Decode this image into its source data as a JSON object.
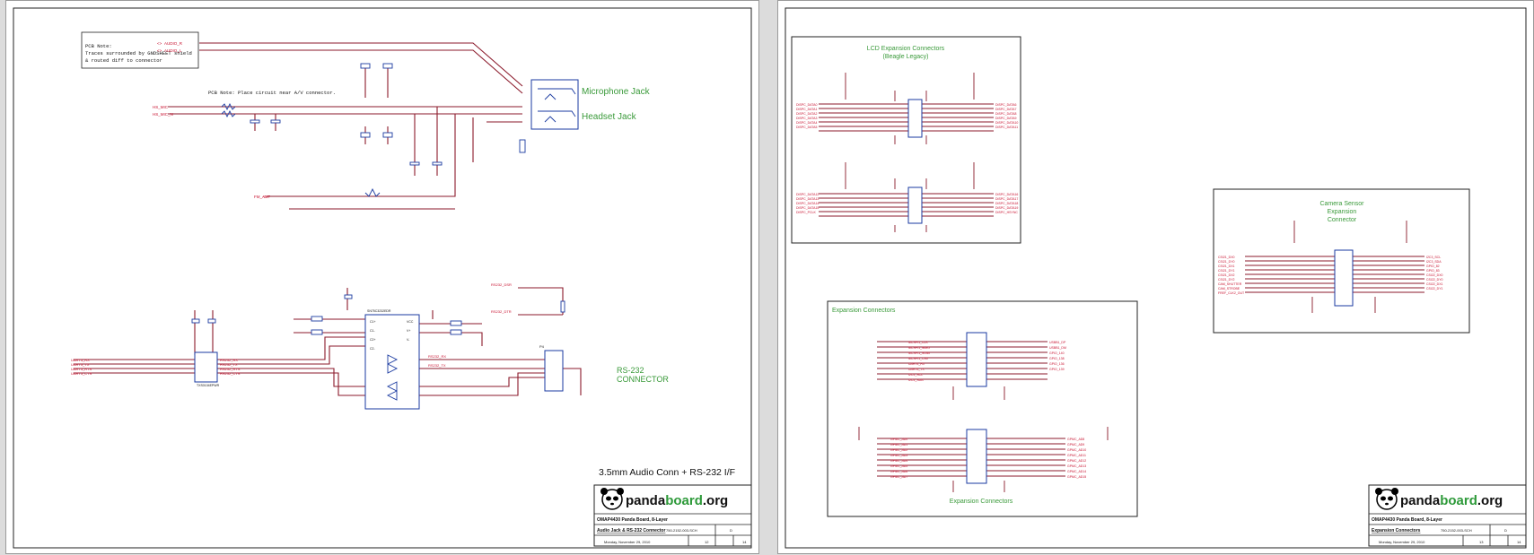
{
  "viewer": {
    "background": "#dcdcdc"
  },
  "colors": {
    "wire": "#8b1a2b",
    "net_label": "#c8102e",
    "note": "#3a9a3a",
    "text": "#111111"
  },
  "left_sheet": {
    "pcb_note_1": {
      "line1": "PCB Note:",
      "line2": "Traces surrounded by GNDSHEET shield",
      "line3": "& routed diff to connector"
    },
    "pcb_note_2": "PCB Note:  Place circuit near A/V connector.",
    "jack_labels": {
      "microphone": "Microphone Jack",
      "headset": "Headset Jack"
    },
    "rs232_label": {
      "line1": "RS-232",
      "line2": "CONNECTOR"
    },
    "sheet_title": "3.5mm Audio Conn + RS-232 I/F",
    "title_block": {
      "logo_pre": "panda",
      "logo_bold": "board",
      "logo_post": ".org",
      "board": "OMAP4430 Panda Board, 8-Layer",
      "page_name": "Audio Jack & RS-232 Connector",
      "doc_number": "750-2152-003-SCH",
      "rev": "D",
      "date": "Monday, November 29, 2010",
      "sheet": "12",
      "of": "14"
    }
  },
  "right_sheet": {
    "lcd_title": {
      "line1": "LCD Expansion Connectors",
      "line2": "(Beagle Legacy)"
    },
    "camera_title": {
      "line1": "Camera Sensor",
      "line2": "Expansion",
      "line3": "Connector"
    },
    "expansion_title_top": "Expansion Connectors",
    "expansion_title_bottom": "Expansion Connectors",
    "title_block": {
      "logo_pre": "panda",
      "logo_bold": "board",
      "logo_post": ".org",
      "board": "OMAP4430 Panda Board, 8-Layer",
      "page_name": "Expansion Connectors",
      "doc_number": "750-2152-003-SCH",
      "rev": "D",
      "date": "Monday, November 29, 2010",
      "sheet": "13",
      "of": "14"
    }
  }
}
